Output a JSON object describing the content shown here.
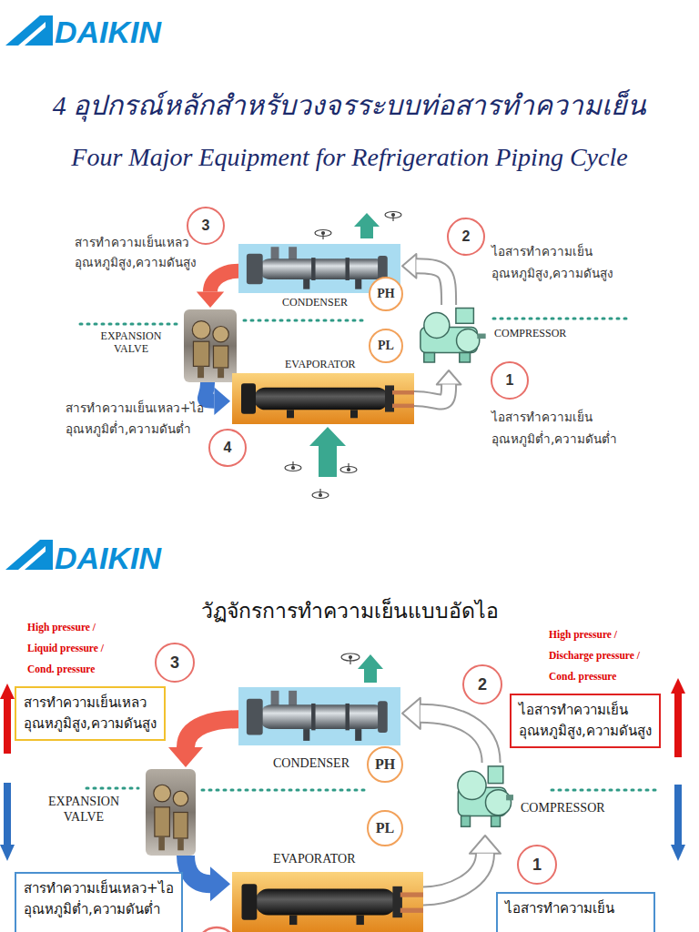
{
  "diagram": {
    "title": "4 อุปกรณ์หลักสำหรับวงจรระบบท่อสารทำความเย็น",
    "nodes": [
      {
        "text": [
          "3"
        ]
      },
      {
        "text": [
          "CONDENSER"
        ]
      },
      {
        "text": [
          "2"
        ]
      },
      {
        "text": [
          "PH"
        ]
      },
      {
        "text": [
          "EXPANSION VALVE"
        ]
      },
      {
        "text": [
          "COMPRESSOR"
        ]
      },
      {
        "text": [
          "PL"
        ]
      },
      {
        "text": [
          "EVAPORATOR"
        ]
      },
      {
        "text": [
          "1"
        ]
      },
      {
        "text": [
          "4"
        ]
      },
      {
        "text": [
          "สารทำความเย็นเหลว",
          "อุณหภูมิสูง,ความดันสูง"
        ]
      },
      {
        "text": [
          "3"
        ]
      },
      {
        "text": [
          "CONDENSER"
        ]
      },
      {
        "text": [
          "2"
        ]
      },
      {
        "text": [
          "ไอสารทำความเย็น",
          "อุณหภูมิสูง,ความดันสูง"
        ]
      },
      {
        "text": [
          "PH"
        ]
      },
      {
        "text": [
          "EXPANSION VALVE"
        ]
      },
      {
        "text": [
          "COMPRESSOR"
        ]
      },
      {
        "text": [
          "PL"
        ]
      },
      {
        "text": [
          "EVAPORATOR"
        ]
      },
      {
        "text": [
          "1"
        ]
      },
      {
        "text": [
          "สารทำความเย็นเหลว+ไอ",
          "อุณหภูมิต่ำ,ความดันต่ำ"
        ]
      },
      {
        "text": [
          "ไอสารทำความเย็น"
        ]
      }
    ],
    "edges": [
      {
        "from": 5,
        "to": 1,
        "arrow": "to"
      },
      {
        "from": 1,
        "to": 4,
        "arrow": "to"
      },
      {
        "from": 4,
        "to": 7,
        "arrow": "to"
      },
      {
        "from": 7,
        "to": 5,
        "arrow": "to"
      },
      {
        "from": 17,
        "to": 12,
        "arrow": "to"
      },
      {
        "from": 12,
        "to": 16,
        "arrow": "to"
      },
      {
        "from": 16,
        "to": 19,
        "arrow": "to"
      },
      {
        "from": 19,
        "to": 17,
        "arrow": "to"
      }
    ],
    "labels": [
      "DAIKIN",
      "Four Major Equipment for Refrigeration Piping Cycle",
      "สารทำความเย็นเหลว",
      "อุณหภูมิสูง,ความดันสูง",
      "ไอสารทำความเย็น",
      "อุณหภูมิสูง,ความดันสูง",
      "สารทำความเย็นเหลว+ไอ",
      "อุณหภูมิต่ำ,ความดันต่ำ",
      "ไอสารทำความเย็น",
      "อุณหภูมิต่ำ,ความดันต่ำ",
      "DAIKIN",
      "วัฏจักรการทำความเย็นแบบอัดไอ",
      "High pressure / Liquid pressure / Cond. pressure",
      "High pressure / Discharge pressure / Cond. pressure"
    ]
  }
}
